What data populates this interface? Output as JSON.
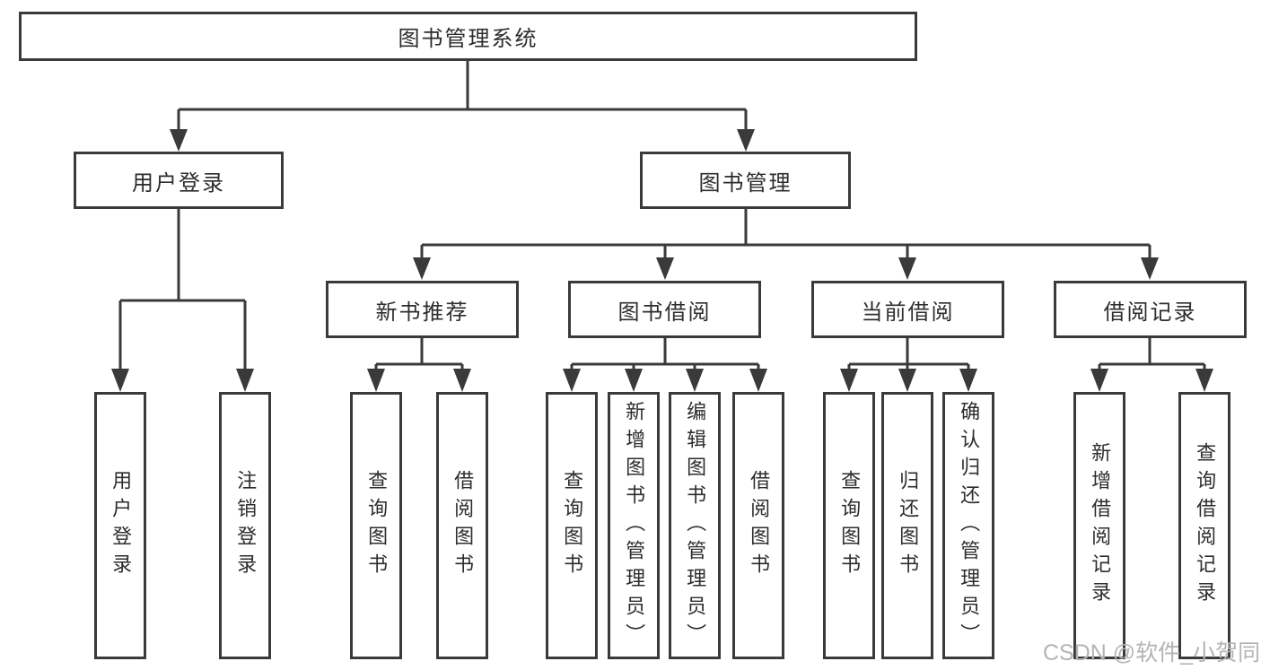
{
  "tree": {
    "label": "图书管理系统",
    "children": [
      {
        "label": "用户登录",
        "children": [
          {
            "label": "用户登录"
          },
          {
            "label": "注销登录"
          }
        ]
      },
      {
        "label": "图书管理",
        "children": [
          {
            "label": "新书推荐",
            "children": [
              {
                "label": "查询图书"
              },
              {
                "label": "借阅图书"
              }
            ]
          },
          {
            "label": "图书借阅",
            "children": [
              {
                "label": "查询图书"
              },
              {
                "label": "新增图书（管理员）"
              },
              {
                "label": "编辑图书（管理员）"
              },
              {
                "label": "借阅图书"
              }
            ]
          },
          {
            "label": "当前借阅",
            "children": [
              {
                "label": "查询图书"
              },
              {
                "label": "归还图书"
              },
              {
                "label": "确认归还（管理员）"
              }
            ]
          },
          {
            "label": "借阅记录",
            "children": [
              {
                "label": "新增借阅记录"
              },
              {
                "label": "查询借阅记录"
              }
            ]
          }
        ]
      }
    ]
  },
  "watermark": "CSDN @软件_小贺同学",
  "colors": {
    "line": "#3a3a3a",
    "text": "#2d2d2d",
    "watermark": "#b4b4b4",
    "background": "#ffffff"
  }
}
